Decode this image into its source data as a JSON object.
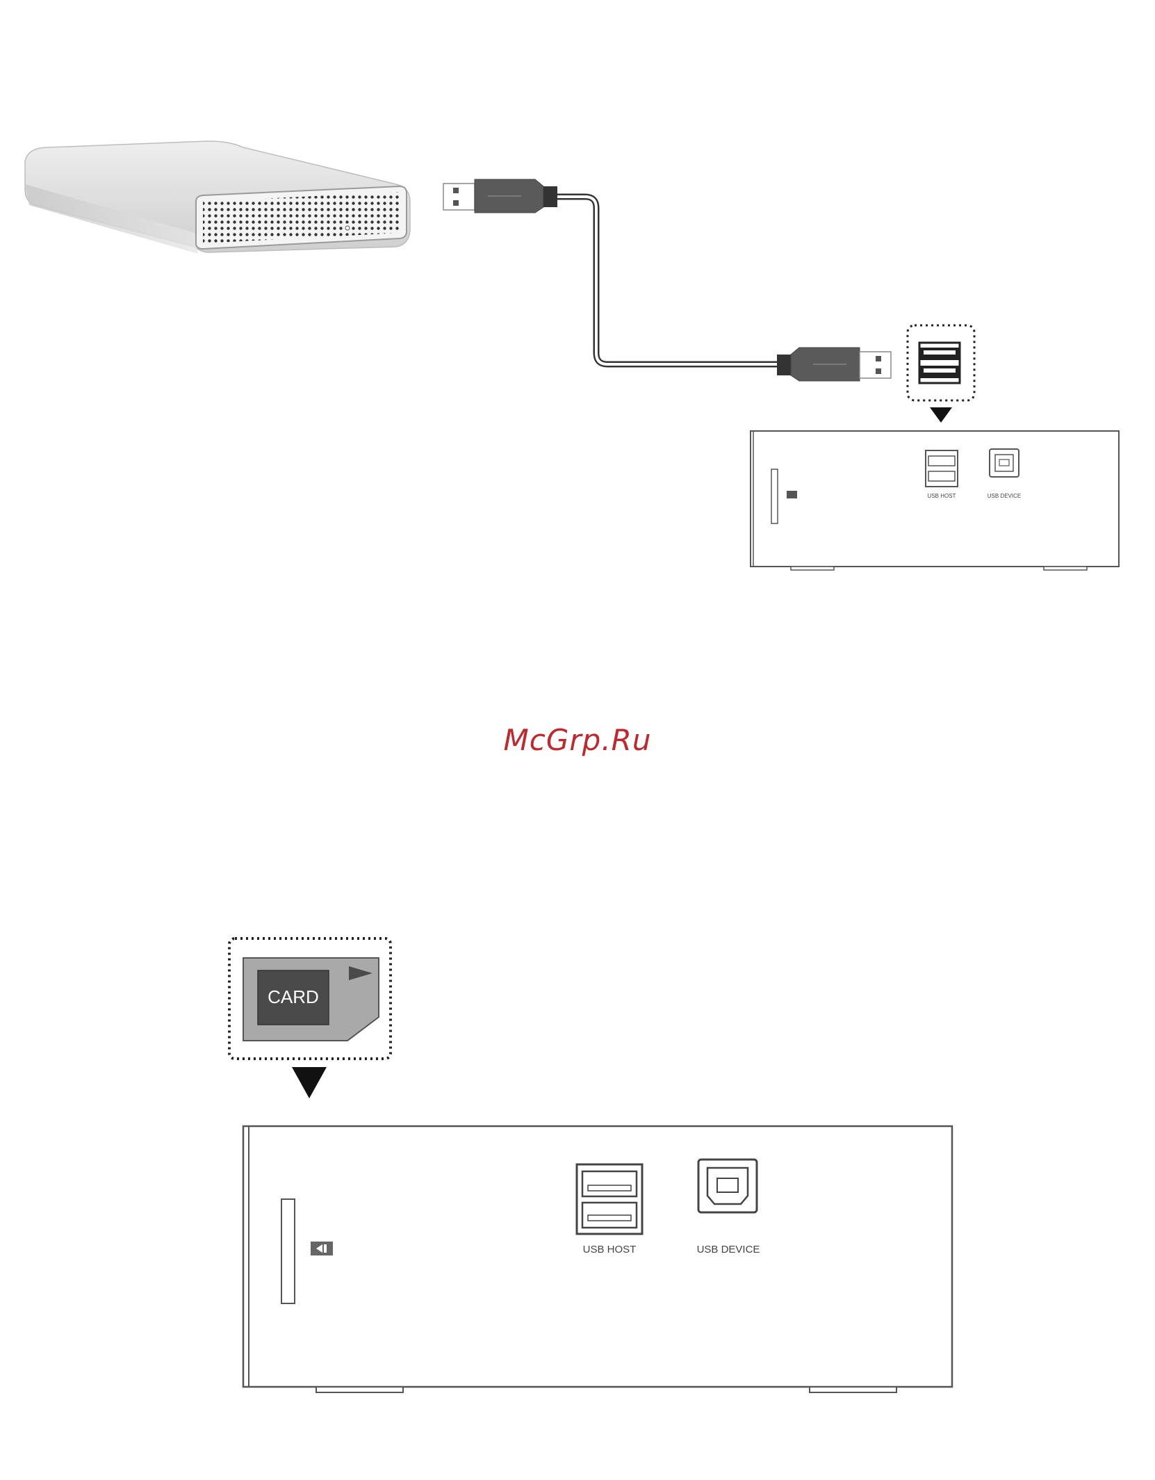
{
  "watermark": {
    "text": "McGrp.Ru",
    "color": "#c0282d"
  },
  "diagram_top": {
    "device": {
      "usb_host_label": "USB HOST",
      "usb_device_label": "USB DEVICE"
    },
    "icons": [
      "external-hard-drive-icon",
      "usb-cable-icon",
      "usb-host-port-zoom-icon",
      "down-arrow-icon",
      "media-player-box-icon"
    ]
  },
  "diagram_bottom": {
    "card": {
      "label": "CARD"
    },
    "device": {
      "usb_host_label": "USB HOST",
      "usb_device_label": "USB DEVICE"
    },
    "icons": [
      "memory-card-icon",
      "down-arrow-icon",
      "media-player-box-icon",
      "card-slot-icon"
    ]
  },
  "colors": {
    "outline": "#555555",
    "card_body": "#a9a9a9",
    "card_label_bg": "#4a4a4a",
    "drive_silver": "#d9d9d9",
    "cable_plug": "#5a5a5a"
  }
}
